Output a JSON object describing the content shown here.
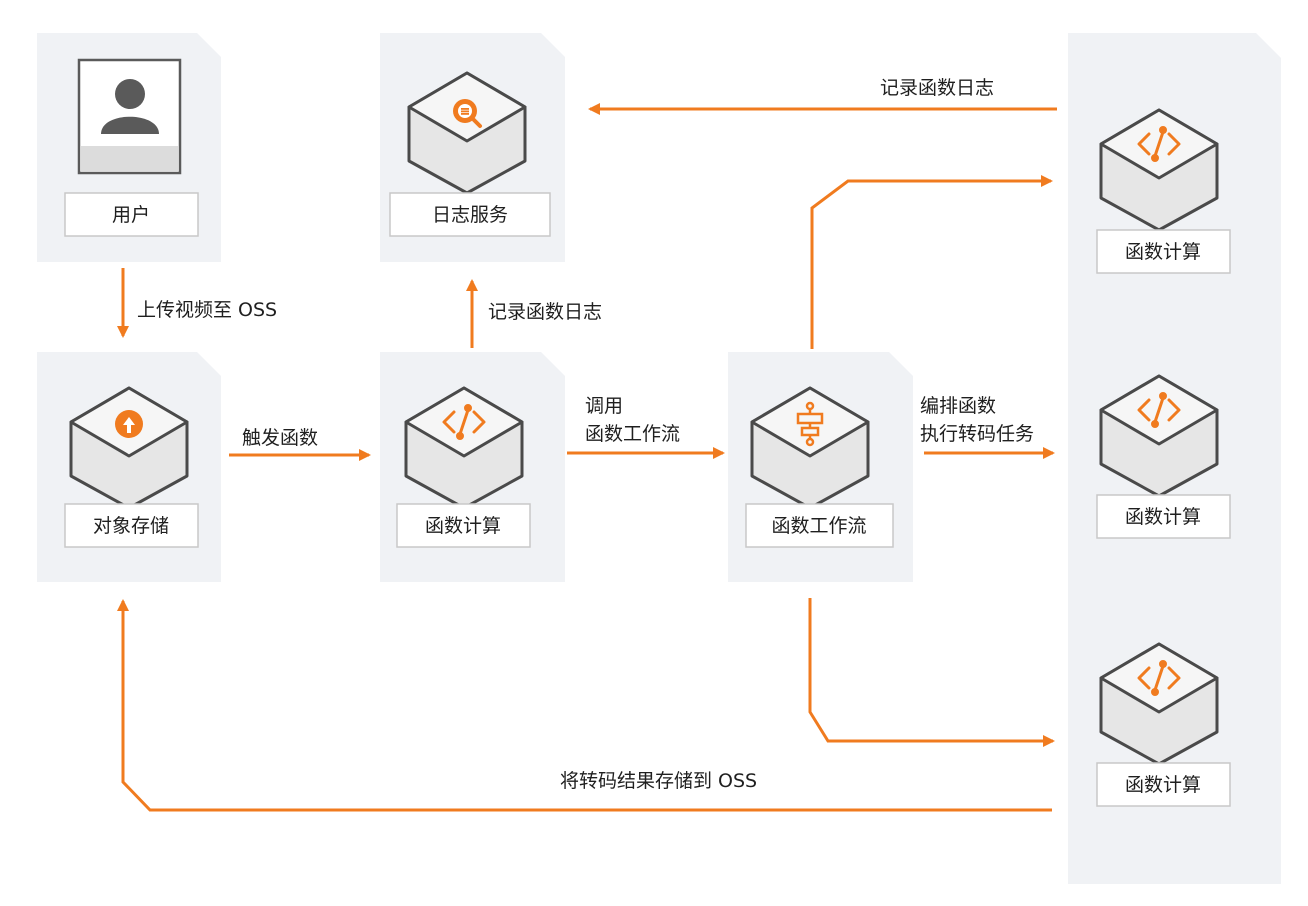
{
  "nodes": {
    "user": {
      "label": "用户"
    },
    "log_service": {
      "label": "日志服务"
    },
    "oss": {
      "label": "对象存储"
    },
    "fc_main": {
      "label": "函数计算"
    },
    "workflow": {
      "label": "函数工作流"
    },
    "fc_1": {
      "label": "函数计算"
    },
    "fc_2": {
      "label": "函数计算"
    },
    "fc_3": {
      "label": "函数计算"
    }
  },
  "edges": {
    "upload": "上传视频至 OSS",
    "trigger": "触发函数",
    "log_up": "记录函数日志",
    "invoke_line1": "调用",
    "invoke_line2": "函数工作流",
    "orchestrate_line1": "编排函数",
    "orchestrate_line2": "执行转码任务",
    "log_top": "记录函数日志",
    "store_result": "将转码结果存储到 OSS"
  },
  "colors": {
    "accent": "#f07b1f",
    "panel": "#f0f2f5",
    "cube_side": "#e6e6e6",
    "cube_top": "#f5f5f5",
    "cube_stroke": "#4a4a4a"
  }
}
